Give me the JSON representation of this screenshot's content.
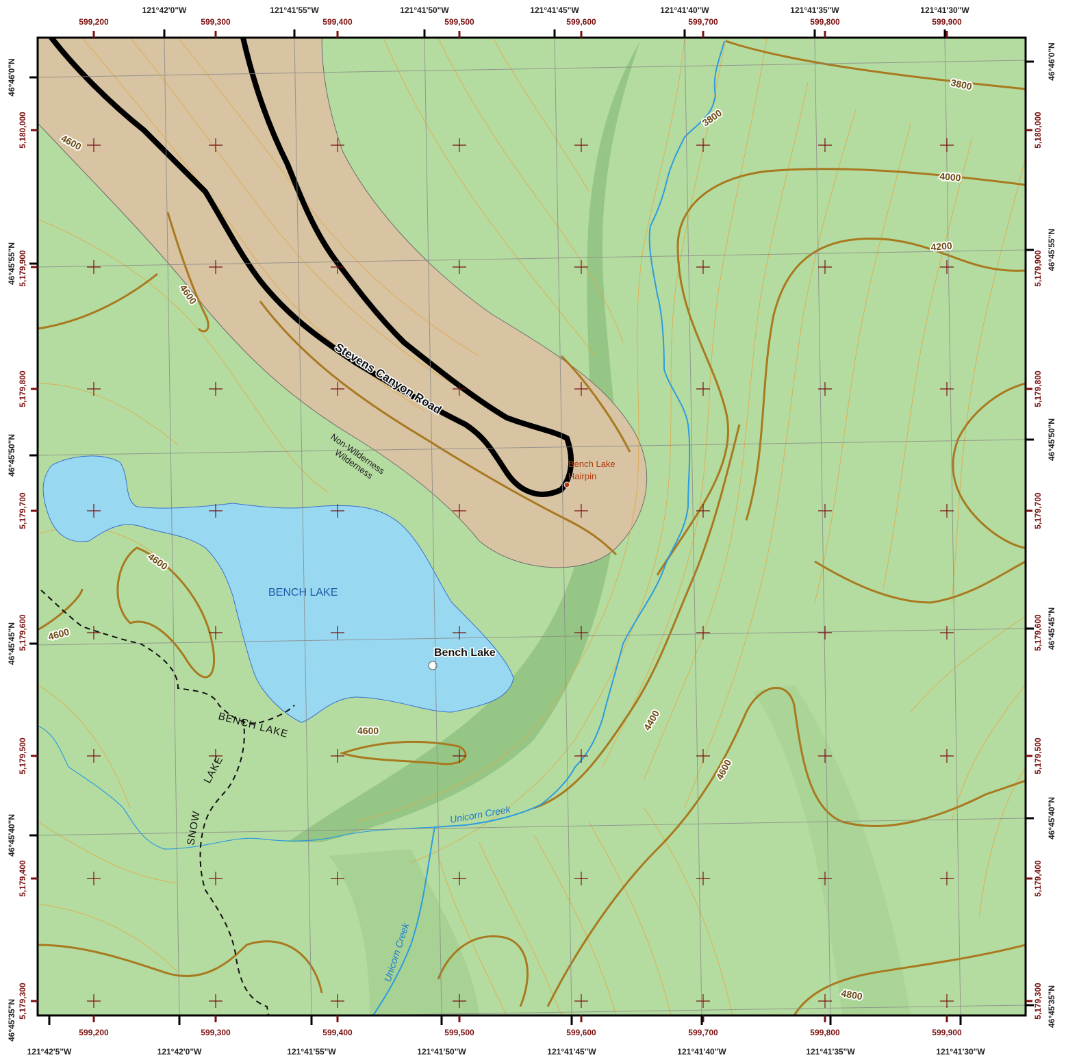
{
  "map": {
    "colors": {
      "terrain": "#b5dca0",
      "terrain_dark": "#8cbf7c",
      "non_wilderness": "#d8c3a2",
      "lake": "#98d8f1",
      "creek": "#2b9be0",
      "contour_index": "#a8791f",
      "contour_minor": "#e0a848",
      "road": "#000000",
      "grid_utm": "#7a1010",
      "grid_geo": "#888888"
    },
    "utm_easting_labels": [
      "599,200",
      "599,300",
      "599,400",
      "599,500",
      "599,600",
      "599,700",
      "599,800",
      "599,900"
    ],
    "utm_northing_labels": [
      "5,180,000",
      "5,179,900",
      "5,179,800",
      "5,179,700",
      "5,179,600",
      "5,179,500",
      "5,179,400",
      "5,179,300"
    ],
    "longitude_labels_top": [
      "121°42'0\"W",
      "121°41'55\"W",
      "121°41'50\"W",
      "121°41'45\"W",
      "121°41'40\"W",
      "121°41'35\"W",
      "121°41'30\"W"
    ],
    "longitude_labels_bottom": [
      "121°42'5\"W",
      "121°42'0\"W",
      "121°41'55\"W",
      "121°41'50\"W",
      "121°41'45\"W",
      "121°41'40\"W",
      "121°41'35\"W",
      "121°41'30\"W"
    ],
    "latitude_labels": [
      "46°46'0\"N",
      "46°45'55\"N",
      "46°45'50\"N",
      "46°45'45\"N",
      "46°45'40\"N",
      "46°45'35\"N"
    ],
    "contour_labels": {
      "c4600_a": "4600",
      "c4600_b": "4600",
      "c4600_c": "4600",
      "c4600_d": "4600",
      "c4600_e": "4600",
      "c4600_f": "4600",
      "c3800_a": "3800",
      "c3800_b": "3800",
      "c4000": "4000",
      "c4200": "4200",
      "c4400": "4400",
      "c4800": "4800"
    },
    "features": {
      "road_name": "Stevens Canyon Road",
      "lake_name": "BENCH LAKE",
      "poi_name": "Bench Lake",
      "hairpin_line1": "Bench Lake",
      "hairpin_line2": "Hairpin",
      "boundary_nonwild": "Non-Wilderness",
      "boundary_wild": "Wilderness",
      "trail_bench": "BENCH LAKE",
      "trail_snow_lake": "LAKE",
      "trail_snow": "SNOW",
      "creek_a": "Unicorn Creek",
      "creek_b": "Unicorn Creek"
    }
  }
}
